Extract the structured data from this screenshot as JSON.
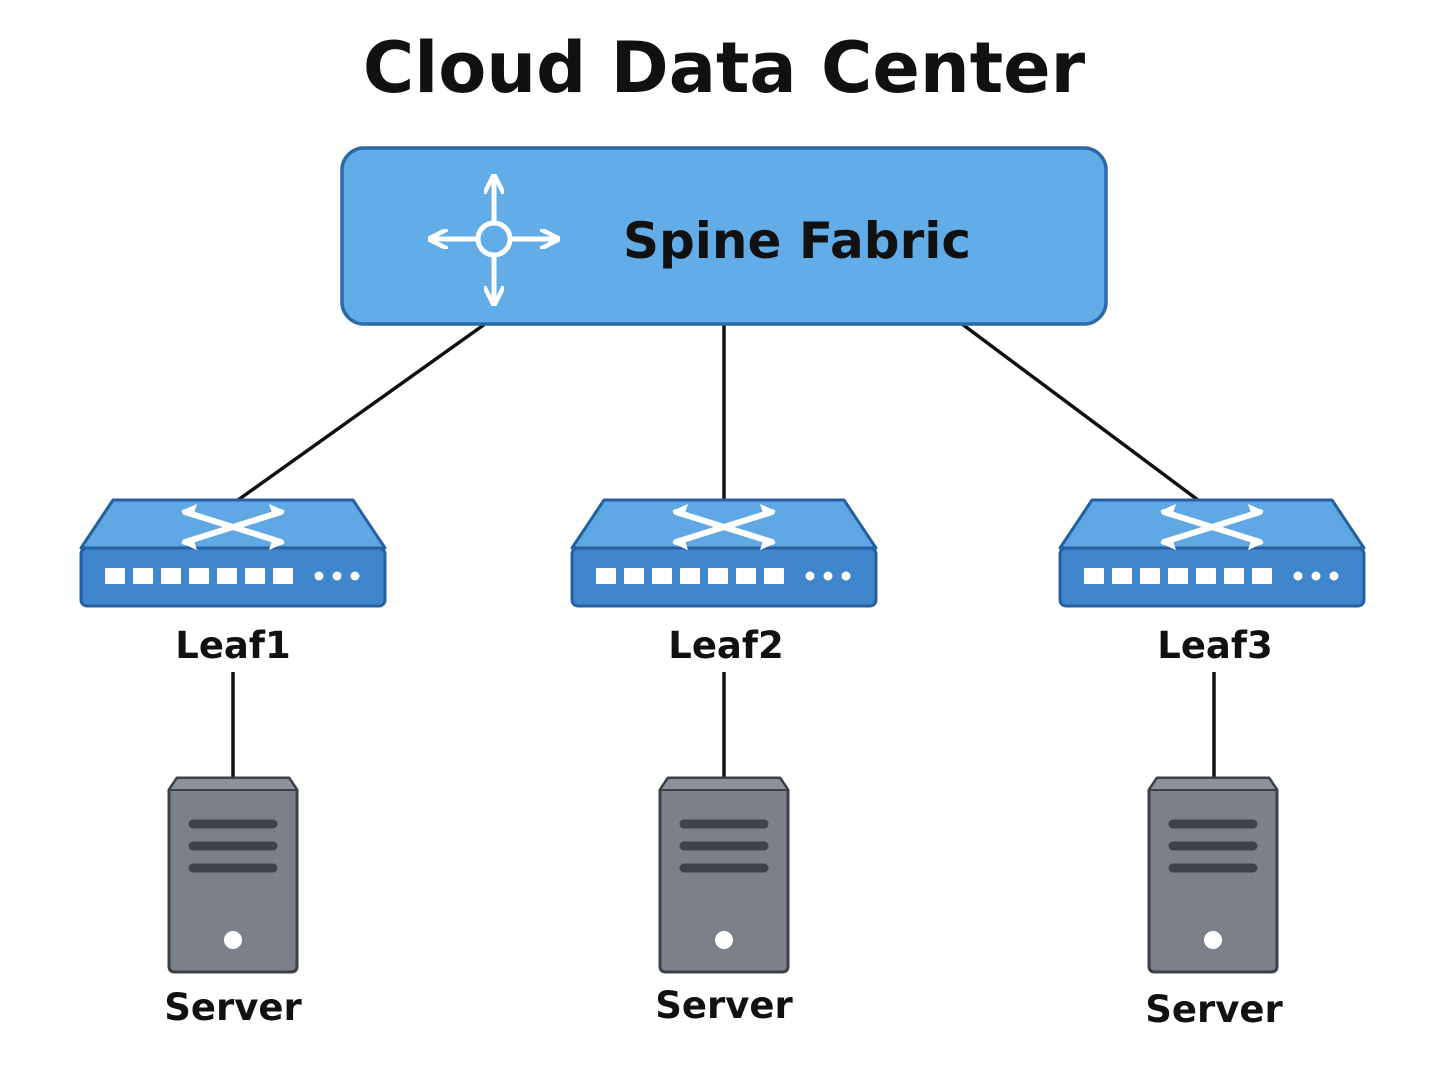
{
  "diagram": {
    "title": "Cloud Data Center",
    "spine": {
      "label": "Spine Fabric",
      "icon": "four-way-arrows-icon"
    },
    "leaves": [
      {
        "label": "Leaf1",
        "icon": "switch-icon"
      },
      {
        "label": "Leaf2",
        "icon": "switch-icon"
      },
      {
        "label": "Leaf3",
        "icon": "switch-icon"
      }
    ],
    "servers": [
      {
        "label": "Server",
        "icon": "server-tower-icon"
      },
      {
        "label": "Server",
        "icon": "server-tower-icon"
      },
      {
        "label": "Server",
        "icon": "server-tower-icon"
      }
    ],
    "colors": {
      "spine_fill": "#62ade8",
      "spine_stroke": "#2c69a8",
      "switch_top": "#5fa8e3",
      "switch_front": "#3f86cc",
      "switch_stroke": "#2660a0",
      "server_body": "#7c8189",
      "server_top": "#8d929a",
      "server_stroke": "#3c4148",
      "server_slot": "#3e4249",
      "connector": "#111111",
      "icon_white": "#ffffff"
    }
  }
}
